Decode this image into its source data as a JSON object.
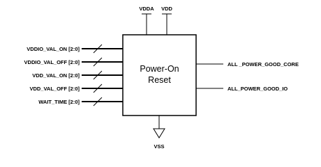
{
  "block": {
    "line1": "Power-On",
    "line2": "Reset"
  },
  "inputs": [
    "VDDIO_VAL_ON [2:0]",
    "VDDIO_VAL_OFF [2:0]",
    "VDD_VAL_ON [2:0]",
    "VDD_VAL_OFF [2:0]",
    "WAIT_TIME [2:0]"
  ],
  "outputs": [
    "ALL _POWER_GOOD_CORE",
    "ALL_POWER_GOOD_IO"
  ],
  "supplies": {
    "vdda": "VDDA",
    "vdd": "VDD",
    "vss": "VSS"
  }
}
